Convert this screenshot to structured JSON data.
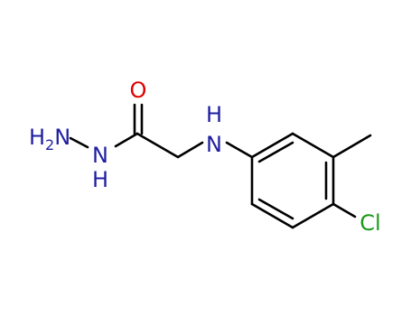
{
  "colors": {
    "nitrogen": "#1f1fa0",
    "oxygen": "#e00000",
    "chlorine": "#1a9a1a",
    "bond": "#000000",
    "background": "#ffffff"
  },
  "atoms": {
    "oxygen": "O",
    "amine_nh": {
      "n": "N",
      "h": "H"
    },
    "hydrazide_nh": {
      "n": "N",
      "h": "H"
    },
    "terminal_nh2": {
      "h": "H",
      "sub": "2",
      "n": "N"
    },
    "chlorine": "Cl"
  }
}
